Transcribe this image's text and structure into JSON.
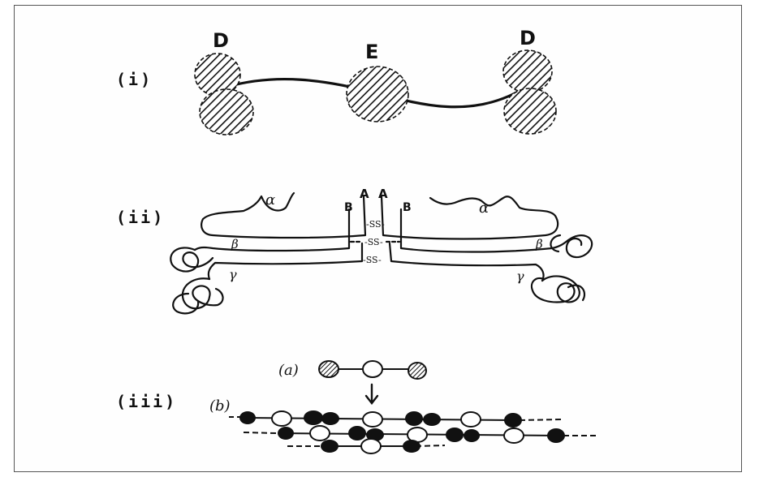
{
  "panels": [
    {
      "label": "(i)"
    },
    {
      "label": "(ii)"
    },
    {
      "label": "(iii)"
    }
  ],
  "panel_i": {
    "domain_left": "D",
    "domain_center": "E",
    "domain_right": "D"
  },
  "panel_ii": {
    "chain_a_left": "A",
    "chain_a_right": "A",
    "chain_b_left": "B",
    "chain_b_right": "B",
    "disulfide": "-SS-",
    "alpha_left": "α",
    "alpha_right": "α",
    "beta_left": "β",
    "beta_right": "β",
    "gamma_left": "γ",
    "gamma_right": "γ"
  },
  "panel_iii": {
    "sub_a": "(a)",
    "sub_b": "(b)"
  },
  "colors": {
    "ink": "#111111",
    "frame": "#555555"
  }
}
